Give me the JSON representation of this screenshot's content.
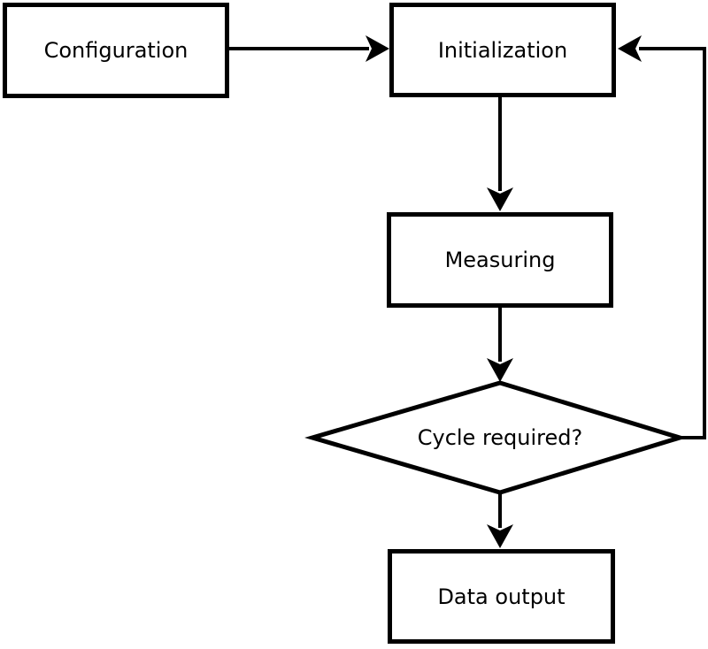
{
  "diagram": {
    "type": "flowchart",
    "background": "#ffffff",
    "colors": {
      "stroke": "#000000",
      "node_fill": "#ffffff",
      "text": "#000000"
    },
    "nodes": [
      {
        "id": "configuration",
        "label": "Configuration",
        "shape": "rectangle"
      },
      {
        "id": "initialization",
        "label": "Initialization",
        "shape": "rectangle"
      },
      {
        "id": "measuring",
        "label": "Measuring",
        "shape": "rectangle"
      },
      {
        "id": "cycle-required",
        "label": "Cycle required?",
        "shape": "diamond"
      },
      {
        "id": "data-output",
        "label": "Data output",
        "shape": "rectangle"
      }
    ],
    "edges": [
      {
        "from": "configuration",
        "to": "initialization",
        "style": "arrow"
      },
      {
        "from": "initialization",
        "to": "measuring",
        "style": "arrow"
      },
      {
        "from": "measuring",
        "to": "cycle-required",
        "style": "arrow"
      },
      {
        "from": "cycle-required",
        "to": "data-output",
        "style": "arrow"
      },
      {
        "from": "cycle-required",
        "to": "initialization",
        "style": "arrow",
        "route": "loop-back-right"
      }
    ]
  }
}
